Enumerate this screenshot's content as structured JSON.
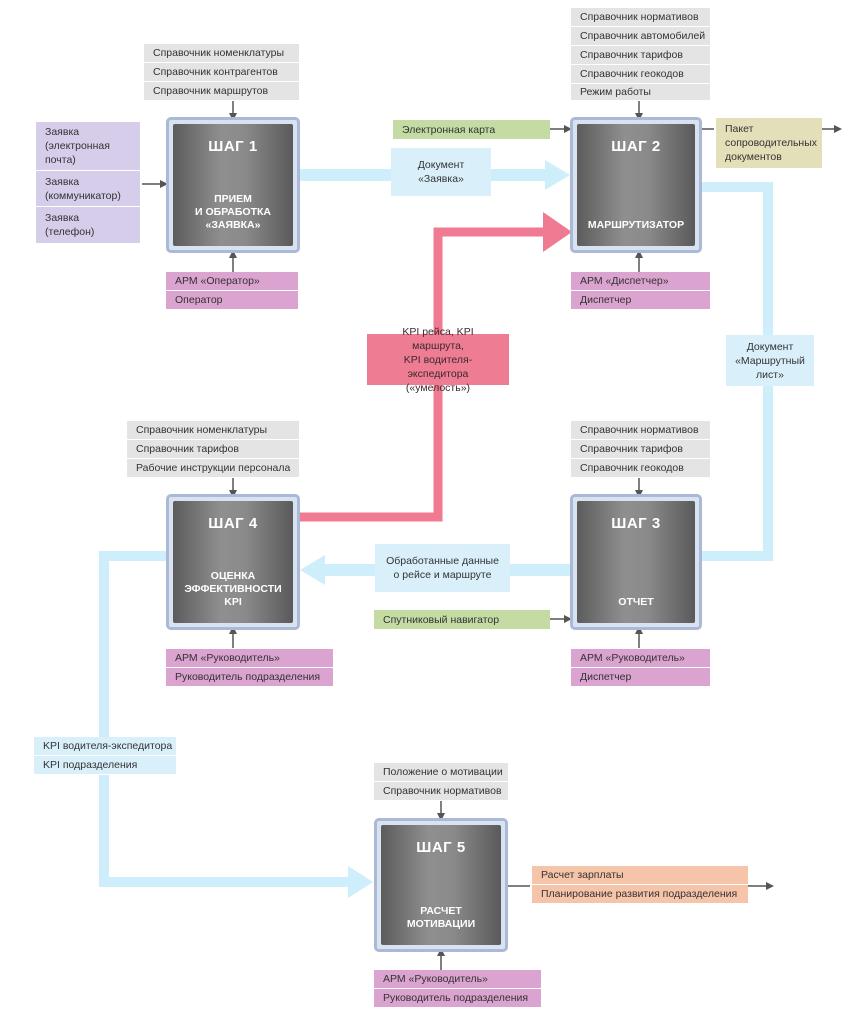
{
  "step1": {
    "title": "ШАГ 1",
    "body": "ПРИЕМ\nИ ОБРАБОТКА\n«ЗАЯВКА»",
    "inputs_top": [
      "Справочник номенклатуры",
      "Справочник контрагентов",
      "Справочник маршрутов"
    ],
    "inputs_left": [
      "Заявка\n(электронная\nпочта)",
      "Заявка\n(коммуникатор)",
      "Заявка\n(телефон)"
    ],
    "bottom": [
      "АРМ «Оператор»",
      "Оператор"
    ]
  },
  "step2": {
    "title": "ШАГ 2",
    "body": "МАРШРУТИЗАТОР",
    "inputs_top": [
      "Справочник нормативов",
      "Справочник автомобилей",
      "Справочник тарифов",
      "Справочник геокодов",
      "Режим работы"
    ],
    "map_input": "Электронная карта",
    "output": "Пакет\nсопроводительных\nдокументов",
    "bottom": [
      "АРМ «Диспетчер»",
      "Диспетчер"
    ]
  },
  "doc_request": "Документ\n«Заявка»",
  "kpi_feedback": "KPI рейса, KPI маршрута,\nKPI водителя-экспедитора\n(«умелость»)",
  "doc_route": "Документ\n«Маршрутный\nлист»",
  "step3": {
    "title": "ШАГ 3",
    "body": "ОТЧЕТ",
    "inputs_top": [
      "Справочник нормативов",
      "Справочник тарифов",
      "Справочник геокодов"
    ],
    "nav_input": "Спутниковый навигатор",
    "bottom": [
      "АРМ «Руководитель»",
      "Диспетчер"
    ]
  },
  "processed_data": "Обработанные данные\nо рейсе и маршруте",
  "step4": {
    "title": "ШАГ 4",
    "body": "ОЦЕНКА\nЭФФЕКТИВНОСТИ\nKPI",
    "inputs_top": [
      "Справочник номенклатуры",
      "Справочник тарифов",
      "Рабочие инструкции персонала"
    ],
    "bottom": [
      "АРМ «Руководитель»",
      "Руководитель подразделения"
    ]
  },
  "kpi_labels": [
    "KPI водителя-экспедитора",
    "KPI подразделения"
  ],
  "step5": {
    "title": "ШАГ 5",
    "body": "РАСЧЕТ\nМОТИВАЦИИ",
    "inputs_top": [
      "Положение о мотивации",
      "Справочник нормативов"
    ],
    "outputs": [
      "Расчет зарплаты",
      "Планирование развития подразделения"
    ],
    "bottom": [
      "АРМ «Руководитель»",
      "Руководитель подразделения"
    ]
  },
  "colors": {
    "flow_arrow": "#cdeefa",
    "kpi_arrow": "#ef7a92",
    "connector": "#555555",
    "step_border": "#a9b9d6"
  }
}
